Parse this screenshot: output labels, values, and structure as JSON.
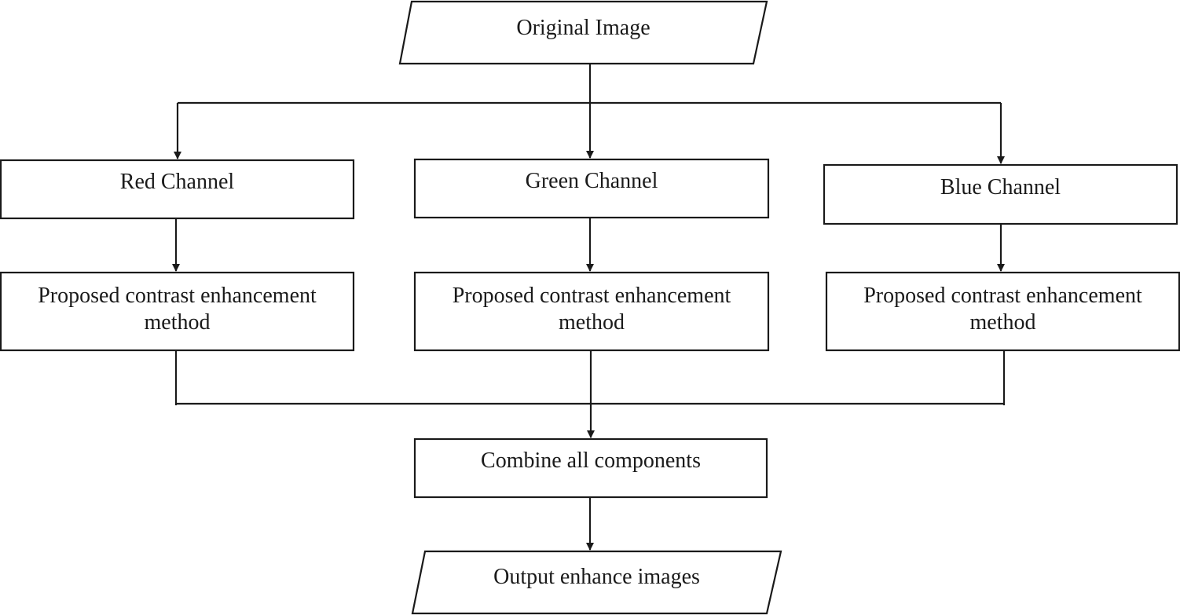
{
  "diagram": {
    "original": "Original Image",
    "red": "Red Channel",
    "green": "Green Channel",
    "blue": "Blue Channel",
    "method_red": "Proposed contrast enhancement method",
    "method_green": "Proposed contrast enhancement method",
    "method_blue": "Proposed contrast enhancement method",
    "combine": "Combine all components",
    "output": "Output enhance images"
  }
}
